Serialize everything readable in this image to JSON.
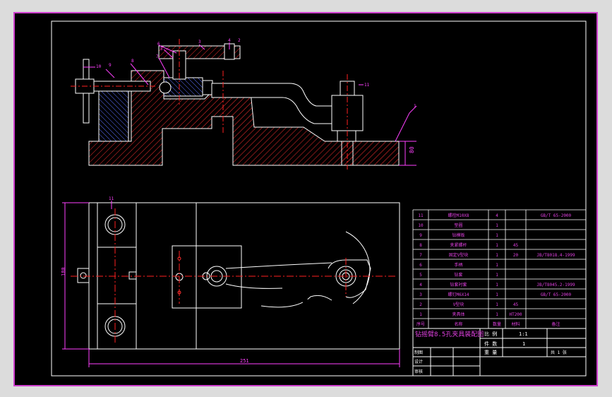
{
  "drawing": {
    "title_block": {
      "title_cn": "钻摇臂8.5孔夹具装配图",
      "labels": {
        "scale": "比 例",
        "count": "件 数",
        "drawn": "制图",
        "weight": "重 量",
        "design": "设计",
        "check": "审核",
        "sheet": "共 1 张"
      },
      "values": {
        "scale": "1:1",
        "count": "1"
      }
    },
    "parts_list": [
      {
        "no": "11",
        "name": "螺栓M10X8",
        "qty": "4",
        "material": "",
        "standard": "GB/T 65-2000"
      },
      {
        "no": "10",
        "name": "垫圈",
        "qty": "1",
        "material": "",
        "standard": ""
      },
      {
        "no": "9",
        "name": "钻模板",
        "qty": "1",
        "material": "",
        "standard": ""
      },
      {
        "no": "8",
        "name": "夹紧螺杆",
        "qty": "1",
        "material": "45",
        "standard": ""
      },
      {
        "no": "7",
        "name": "固定V型块",
        "qty": "1",
        "material": "20",
        "standard": "JB/T8018.4-1999"
      },
      {
        "no": "6",
        "name": "手柄",
        "qty": "1",
        "material": "",
        "standard": ""
      },
      {
        "no": "5",
        "name": "钻套",
        "qty": "1",
        "material": "",
        "standard": ""
      },
      {
        "no": "4",
        "name": "钻套衬套",
        "qty": "1",
        "material": "",
        "standard": "JB/T8045.2-1999"
      },
      {
        "no": "3",
        "name": "螺钉M6X14",
        "qty": "1",
        "material": "",
        "standard": "GB/T 65-2000"
      },
      {
        "no": "2",
        "name": "V型块",
        "qty": "1",
        "material": "45",
        "standard": ""
      },
      {
        "no": "1",
        "name": "夹具体",
        "qty": "1",
        "material": "HT200",
        "standard": ""
      }
    ],
    "header_row": {
      "no": "序号",
      "name": "名称",
      "qty": "数量",
      "material": "材料",
      "standard": "备注"
    },
    "dims": {
      "height_side": "80",
      "height_plan": "180",
      "length_plan": "251"
    },
    "balloons": {
      "b11_top": "11",
      "b10": "10",
      "b9": "9",
      "b8": "8",
      "b7": "7",
      "b6": "6",
      "b5": "5",
      "b3": "3",
      "b4": "4",
      "b2": "2",
      "b1": "1",
      "b11_plan": "11"
    },
    "colors": {
      "background": "#000000",
      "frame": "#ffffff",
      "hatch": "#ff3030",
      "centerline": "#ff2020",
      "text": "#ff40ff",
      "table_line": "#ffffff",
      "accent_blue": "#2a3fd0",
      "table_text": "#e040e0"
    }
  }
}
